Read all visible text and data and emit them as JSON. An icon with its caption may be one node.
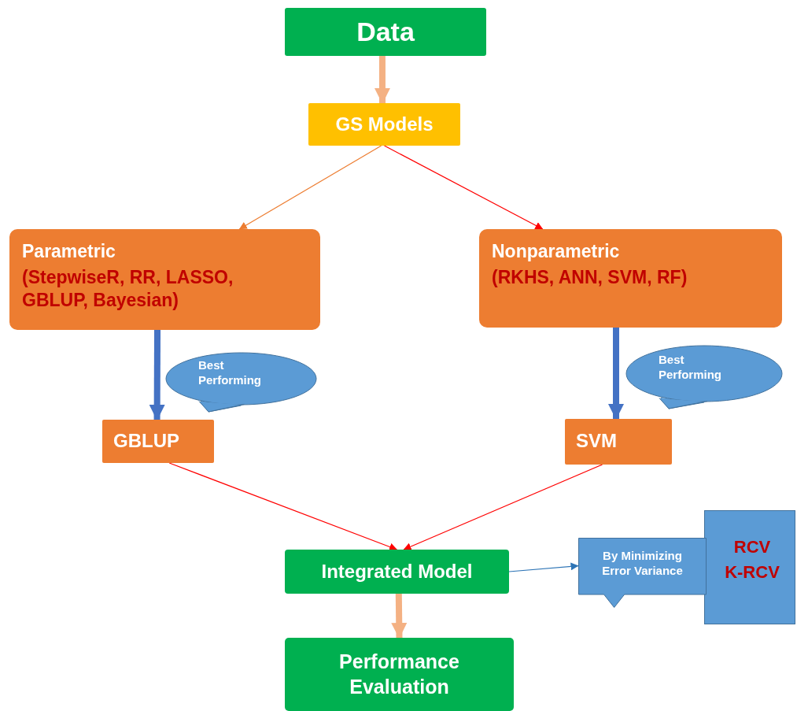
{
  "diagram": {
    "nodes": [
      {
        "text": [
          "Data"
        ]
      },
      {
        "text": [
          "GS Models"
        ]
      },
      {
        "text": [
          "Parametric",
          "(StepwiseR, RR, LASSO, GBLUP, Bayesian)"
        ]
      },
      {
        "text": [
          "Nonparametric",
          "(RKHS, ANN, SVM, RF)"
        ]
      },
      {
        "text": [
          "Best Performing"
        ]
      },
      {
        "text": [
          "GBLUP"
        ]
      },
      {
        "text": [
          "Best Performing"
        ]
      },
      {
        "text": [
          "SVM"
        ]
      },
      {
        "text": [
          "Integrated Model"
        ]
      },
      {
        "text": [
          "By Minimizing Error Variance"
        ]
      },
      {
        "text": [
          "RCV",
          "K-RCV"
        ]
      },
      {
        "text": [
          "Performance Evaluation"
        ]
      }
    ],
    "edges": [
      {
        "from": 0,
        "to": 1,
        "arrow": "to",
        "style": "thick",
        "color": "#f4b183"
      },
      {
        "from": 1,
        "to": 2,
        "arrow": "to",
        "color": "#ed7d31"
      },
      {
        "from": 1,
        "to": 3,
        "arrow": "to"
      },
      {
        "from": 2,
        "to": 5,
        "arrow": "to",
        "style": "thick",
        "color": "#4472c4"
      },
      {
        "from": 3,
        "to": 7,
        "arrow": "to",
        "style": "thick",
        "color": "#4472c4"
      },
      {
        "from": 5,
        "to": 8,
        "arrow": "to"
      },
      {
        "from": 7,
        "to": 8,
        "arrow": "to"
      },
      {
        "from": 8,
        "to": 9,
        "arrow": "to",
        "color": "#2e75b6"
      },
      {
        "from": 8,
        "to": 11,
        "arrow": "to",
        "style": "thick",
        "color": "#f4b183"
      }
    ]
  }
}
